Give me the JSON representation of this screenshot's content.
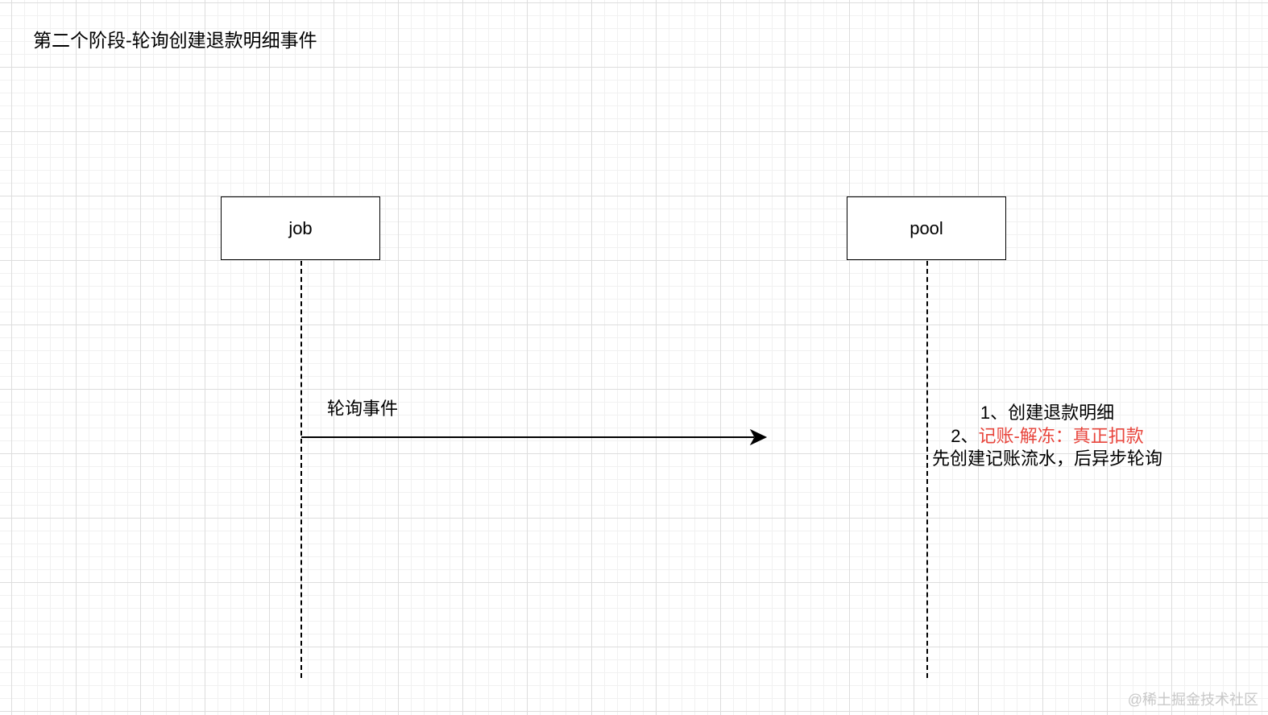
{
  "diagram": {
    "title": "第二个阶段-轮询创建退款明细事件",
    "participants": [
      {
        "name": "job"
      },
      {
        "name": "pool"
      }
    ],
    "message": {
      "from": "job",
      "to": "pool",
      "label": "轮询事件"
    },
    "note": {
      "line1": "1、创建退款明细",
      "line2_prefix": "2、",
      "line2_highlight": "记账-解冻：真正扣款",
      "line3": "先创建记账流水，后异步轮询"
    },
    "colors": {
      "highlight": "#e8453c",
      "stroke": "#000000",
      "grid": "#dddddd"
    },
    "watermark": "@稀土掘金技术社区"
  }
}
